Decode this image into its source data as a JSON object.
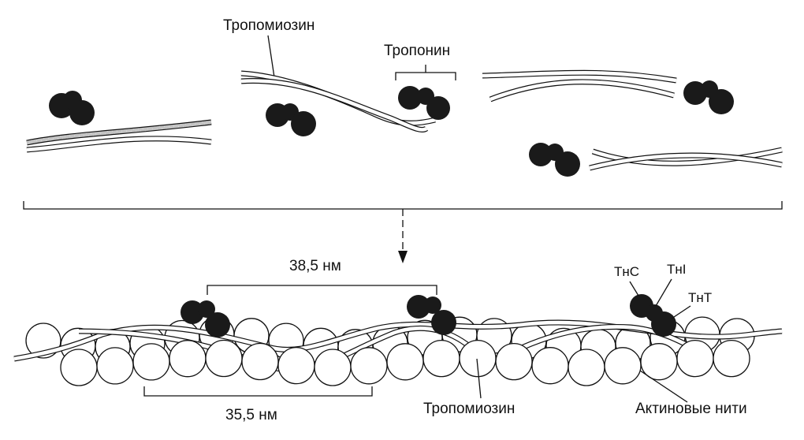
{
  "labels": {
    "tropomyosin_top": "Тропомиозин",
    "troponin": "Тропонин",
    "span_upper": "38,5 нм",
    "span_lower": "35,5 нм",
    "tnc": "ТнС",
    "tni": "ТнI",
    "tnt": "ТнТ",
    "tropomyosin_bottom": "Тропомиозин",
    "actin": "Актиновые нити"
  },
  "colors": {
    "ink": "#111111",
    "paper": "#ffffff",
    "troponin_fill": "#1a1a1a"
  },
  "icons": {
    "assembly_arrow": "arrow-down-icon"
  }
}
